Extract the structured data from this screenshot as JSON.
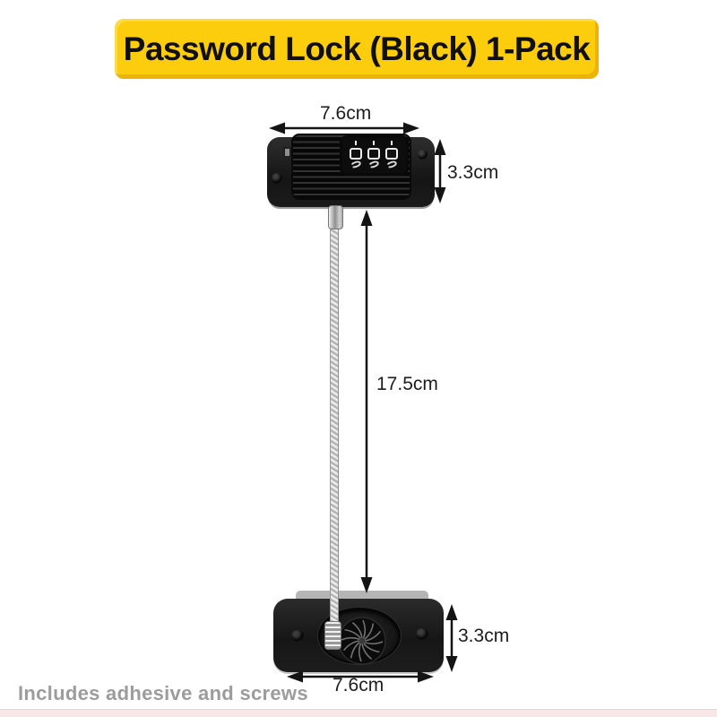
{
  "banner": {
    "label": "Password Lock (Black) 1-Pack"
  },
  "annotations": {
    "lock_width": "7.6cm",
    "lock_height": "3.3cm",
    "cable_length": "17.5cm",
    "base_height": "3.3cm",
    "base_width": "7.6cm"
  },
  "footnote": {
    "label": "Includes adhesive and screws"
  },
  "product": {
    "top_unit": "3-dial-combination-lock-body",
    "cable": "braided-steel-cable",
    "bottom_unit": "adhesive-base-plate-with-cable-anchor-disc"
  },
  "colors": {
    "banner_yellow": "#fbcd0d",
    "banner_text": "#101010",
    "dimension_text": "#1d1d1d",
    "plate_black": "#1b1b1b",
    "cable_gray": "#c6c6c6",
    "footnote_gray": "#9c9c9c",
    "bottom_strip_pink": "#f9e7e7"
  }
}
